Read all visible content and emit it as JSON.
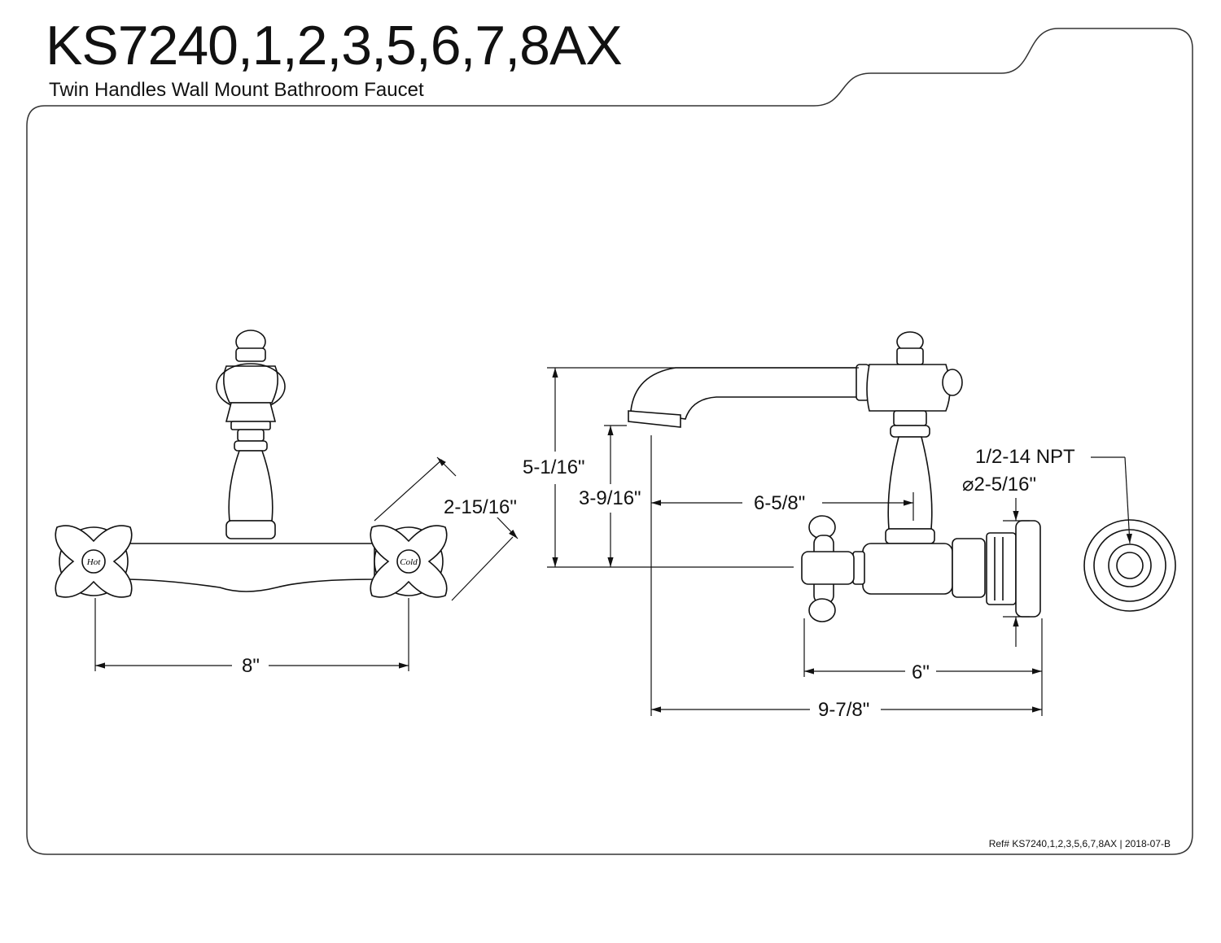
{
  "header": {
    "title": "KS7240,1,2,3,5,6,7,8AX",
    "subtitle": "Twin Handles Wall Mount Bathroom Faucet"
  },
  "front_view": {
    "handle_left_label": "Hot",
    "handle_right_label": "Cold",
    "dim_spread": "8\"",
    "dim_handle": "2-15/16\""
  },
  "side_view": {
    "dim_overall_height": "5-1/16\"",
    "dim_spout_height": "3-9/16\"",
    "dim_reach": "6-5/8\"",
    "dim_body_depth": "6\"",
    "dim_overall_depth": "9-7/8\"",
    "connection": "1/2-14 NPT",
    "flange_diameter": "⌀2-5/16\""
  },
  "footer": {
    "ref": "Ref# KS7240,1,2,3,5,6,7,8AX | 2018-07-B"
  }
}
